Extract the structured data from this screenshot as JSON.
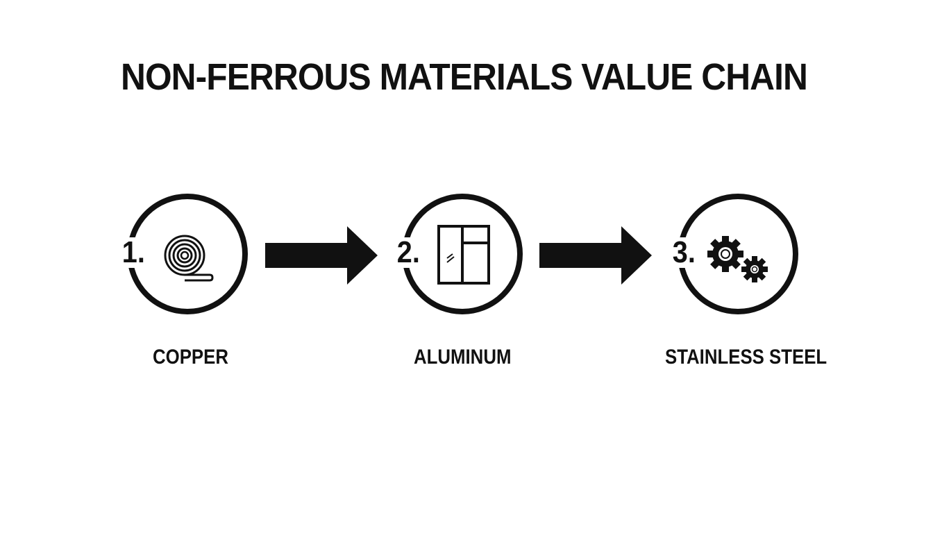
{
  "title": "NON-FERROUS MATERIALS VALUE CHAIN",
  "steps": [
    {
      "number": "1.",
      "label": "COPPER",
      "icon": "coil-icon"
    },
    {
      "number": "2.",
      "label": "ALUMINUM",
      "icon": "window-frame-icon"
    },
    {
      "number": "3.",
      "label": "STAINLESS STEEL",
      "icon": "gears-icon"
    }
  ],
  "colors": {
    "ink": "#111111",
    "background": "#ffffff"
  }
}
